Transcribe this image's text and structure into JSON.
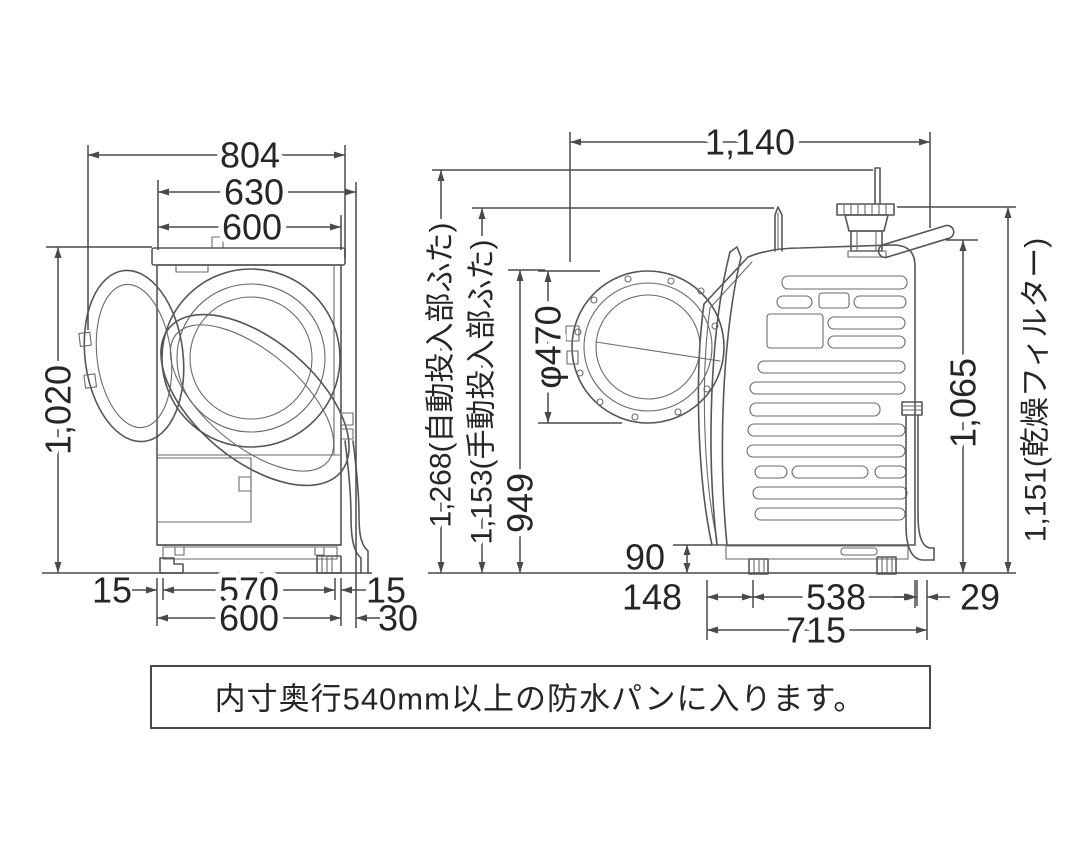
{
  "colors": {
    "black": "#262626",
    "blue": "#3a9ad9",
    "orange": "#e2662c",
    "pink": "#ea3d8c",
    "line": "#4a4a4a"
  },
  "front_view": {
    "total_width": "804",
    "width_incl_hose": "630",
    "body_width": "600",
    "height": "1,020",
    "foot_inset_left": "15",
    "feet_span": "570",
    "foot_inset_right": "15",
    "bottom_width": "600",
    "hose_protrusion": "30"
  },
  "side_view": {
    "total_depth": "1,140",
    "height_auto_dispenser_lid": "1,268(自動投入部ふた)",
    "height_manual_lid": "1,153(手動投入部ふた)",
    "door_top_height": "949",
    "door_diameter": "φ470",
    "front_clearance_height": "90",
    "front_overhang": "148",
    "feet_span": "538",
    "rear_protrusion": "29",
    "body_depth": "715",
    "hose_height": "1,065",
    "dry_filter_height": "1,151(乾燥フィルター)"
  },
  "note": {
    "text": "内寸奥行540mm以上の防水パンに入ります。"
  }
}
